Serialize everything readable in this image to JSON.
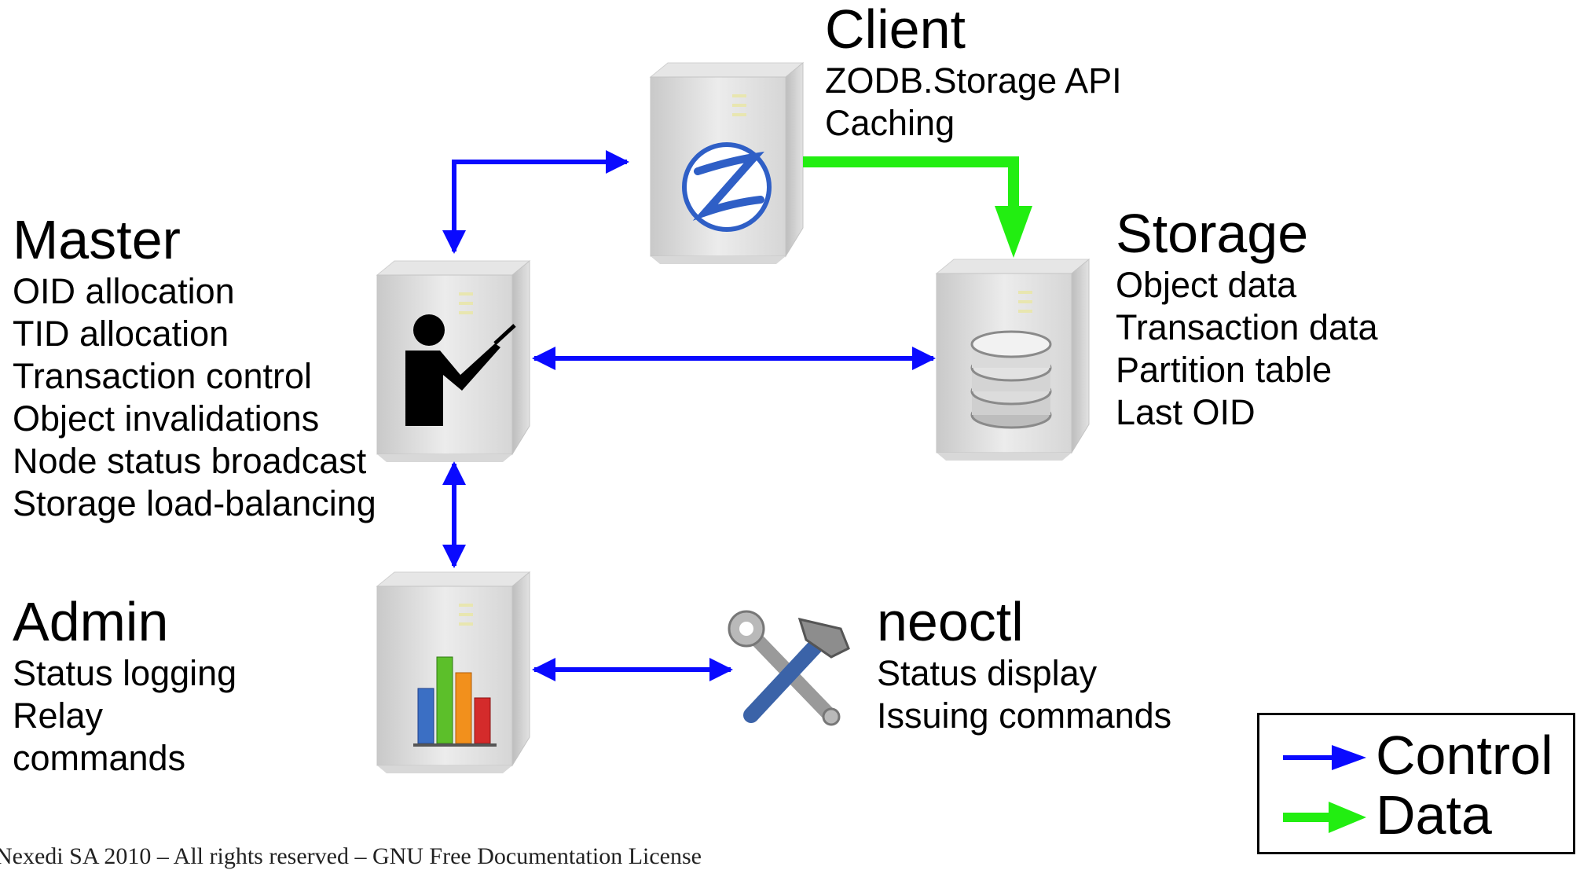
{
  "nodes": {
    "client": {
      "title": "Client",
      "lines": [
        "ZODB.Storage API",
        "Caching"
      ]
    },
    "master": {
      "title": "Master",
      "lines": [
        "OID allocation",
        "TID allocation",
        "Transaction control",
        "Object invalidations",
        "Node status broadcast",
        "Storage load-balancing"
      ]
    },
    "storage": {
      "title": "Storage",
      "lines": [
        "Object data",
        "Transaction data",
        "Partition table",
        "Last OID"
      ]
    },
    "admin": {
      "title": "Admin",
      "lines": [
        "Status logging",
        "Relay",
        "commands"
      ]
    },
    "neoctl": {
      "title": "neoctl",
      "lines": [
        "Status display",
        "Issuing commands"
      ]
    }
  },
  "legend": {
    "control_label": "Control",
    "data_label": "Data"
  },
  "colors": {
    "control": "#0a0aff",
    "data": "#22ee11"
  },
  "icons": {
    "client": "zope-z-icon",
    "master": "teacher-icon",
    "storage": "database-icon",
    "admin": "bar-chart-icon",
    "neoctl": "tools-icon"
  },
  "footer": "Nexedi SA 2010 – All rights reserved – GNU Free Documentation License"
}
